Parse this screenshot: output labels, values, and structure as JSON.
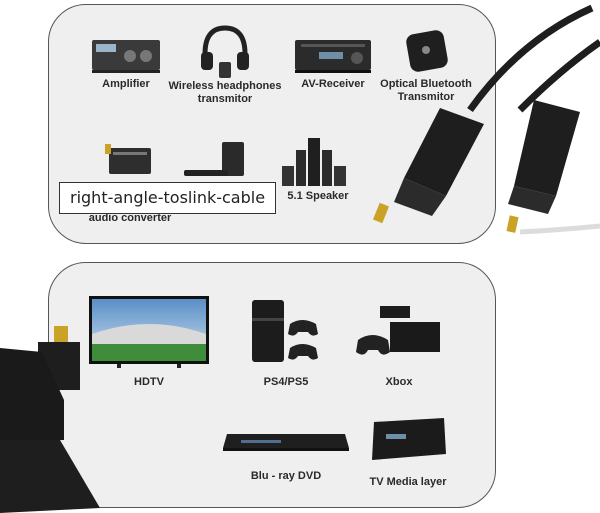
{
  "caption": "right-angle-toslink-cable",
  "top_devices": [
    {
      "label": "Amplifier",
      "icon": "amplifier-icon"
    },
    {
      "label": "Wireless headphones",
      "label2": "transmitor",
      "icon": "headphones-icon"
    },
    {
      "label": "AV-Receiver",
      "icon": "av-receiver-icon"
    },
    {
      "label": "Optical Bluetooth",
      "label2": "Transmitor",
      "icon": "bluetooth-transmitter-icon"
    },
    {
      "label": "audio converter",
      "icon": "audio-converter-icon"
    },
    {
      "label": "5.1 Speaker",
      "icon": "speaker-system-icon"
    }
  ],
  "bottom_devices": [
    {
      "label": "HDTV",
      "icon": "hdtv-icon"
    },
    {
      "label": "PS4/PS5",
      "icon": "playstation-icon"
    },
    {
      "label": "Xbox",
      "icon": "xbox-icon"
    },
    {
      "label": "Blu - ray DVD",
      "icon": "bluray-player-icon"
    },
    {
      "label": "TV Media layer",
      "icon": "media-player-icon"
    }
  ],
  "colors": {
    "panel": "#efefef",
    "cable": "#1e1e1e",
    "tip": "#c9a227"
  }
}
